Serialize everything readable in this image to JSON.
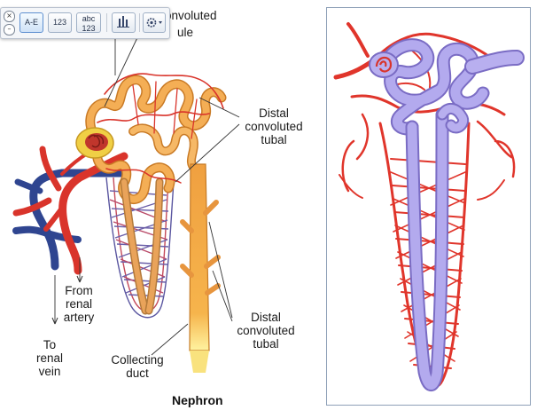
{
  "toolbar": {
    "close_glyph": "×",
    "minimize_glyph": "–",
    "buttons": [
      {
        "label": "A-E",
        "selected": true
      },
      {
        "label": "123",
        "selected": false
      },
      {
        "label": "abc\n123",
        "selected": false
      }
    ],
    "chart_icon": "bar-chart-icon",
    "settings_icon": "gear-dropdown-icon"
  },
  "diagram": {
    "title": "Nephron",
    "labels": {
      "pct_partial_1": "onvoluted",
      "pct_partial_2": "ule",
      "distal_upper": "Distal\nconvoluted\ntubal",
      "distal_lower": "Distal\nconvoluted\ntubal",
      "from_renal_artery": "From\nrenal\nartery",
      "to_renal_vein": "To\nrenal\nvein",
      "collecting_duct": "Collecting\nduct"
    },
    "colors": {
      "tubule_orange": "#f0a44a",
      "tubule_dark": "#c97a25",
      "artery_red": "#e0352b",
      "vein_blue": "#3a4f9a",
      "tubule_lavender": "#a89fe0",
      "glomerulus_yellow": "#f3d34a"
    }
  }
}
